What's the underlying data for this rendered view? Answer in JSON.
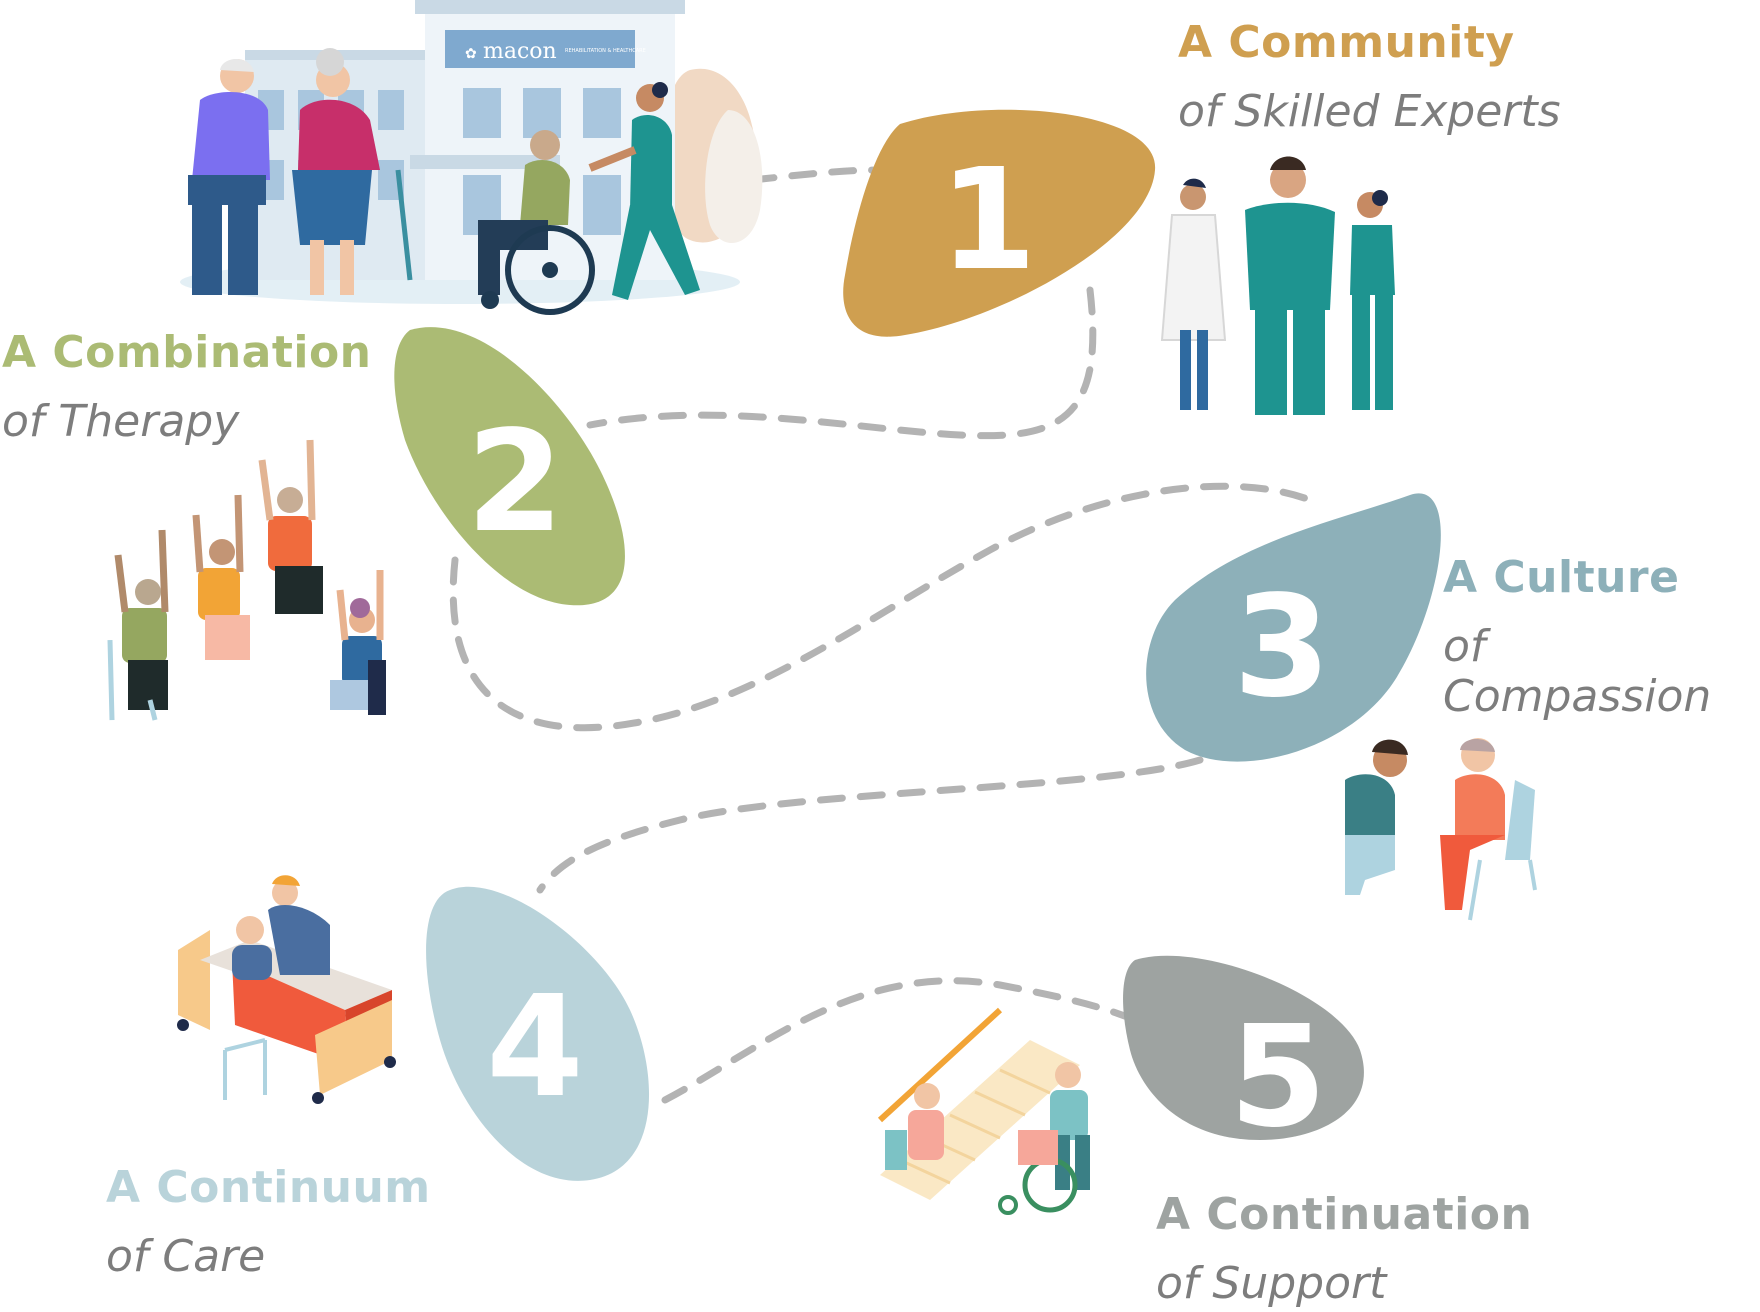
{
  "building_sign": "macon",
  "building_sign_small": "REHABILITATION & HEALTHCARE",
  "steps": [
    {
      "number": "1",
      "title": "A Community",
      "subtitle": "of Skilled Experts",
      "color": "#cf9f50"
    },
    {
      "number": "2",
      "title": "A Combination",
      "subtitle": "of Therapy",
      "color": "#abbb74"
    },
    {
      "number": "3",
      "title": "A Culture",
      "subtitle": "of Compassion",
      "color": "#8db0b9"
    },
    {
      "number": "4",
      "title": "A Continuum",
      "subtitle": "of Care",
      "color": "#b9d3da"
    },
    {
      "number": "5",
      "title": "A Continuation",
      "subtitle": "of Support",
      "color": "#9ea3a1"
    }
  ],
  "path_color": "#b3b3b3",
  "text_gray": "#7d7d7d"
}
